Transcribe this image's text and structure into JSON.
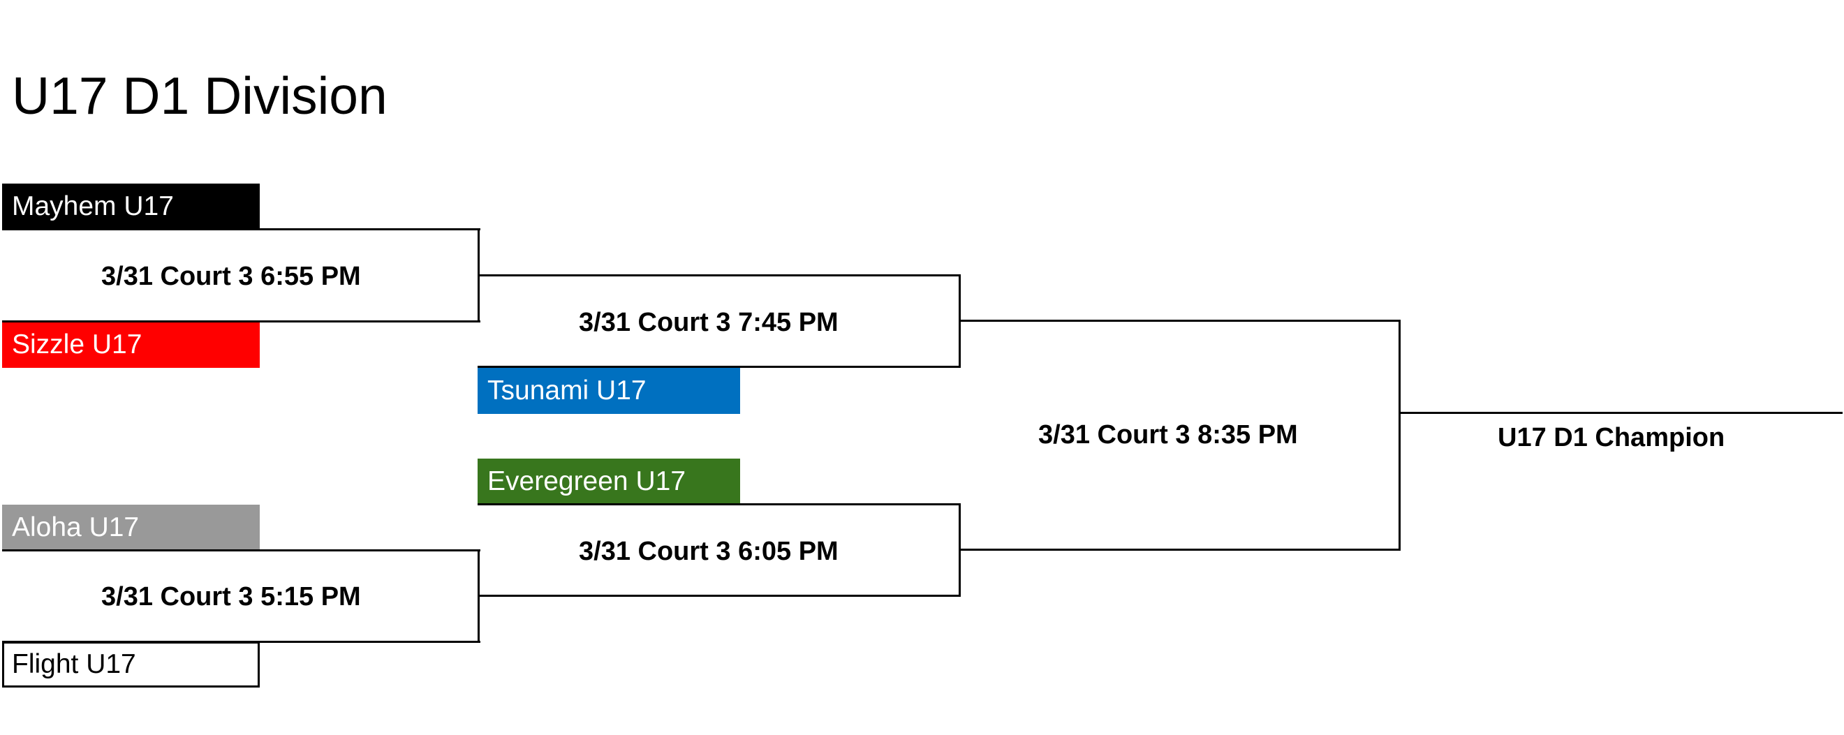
{
  "title": "U17 D1 Division",
  "teams": {
    "mayhem": {
      "name": "Mayhem U17",
      "color": "#000000"
    },
    "sizzle": {
      "name": "Sizzle U17",
      "color": "#FF0000"
    },
    "tsunami": {
      "name": "Tsunami U17",
      "color": "#0070C0"
    },
    "everegreen": {
      "name": "Everegreen U17",
      "color": "#38761D"
    },
    "aloha": {
      "name": "Aloha U17",
      "color": "#999999"
    },
    "flight": {
      "name": "Flight U17",
      "color": "#FFFFFF"
    }
  },
  "games": {
    "g1": "3/31 Court 3 6:55 PM",
    "g2": "3/31 Court 3 5:15 PM",
    "g3": "3/31 Court 3 7:45 PM",
    "g4": "3/31 Court 3 6:05 PM",
    "final": "3/31 Court 3 8:35 PM"
  },
  "champion": "U17 D1 Champion"
}
